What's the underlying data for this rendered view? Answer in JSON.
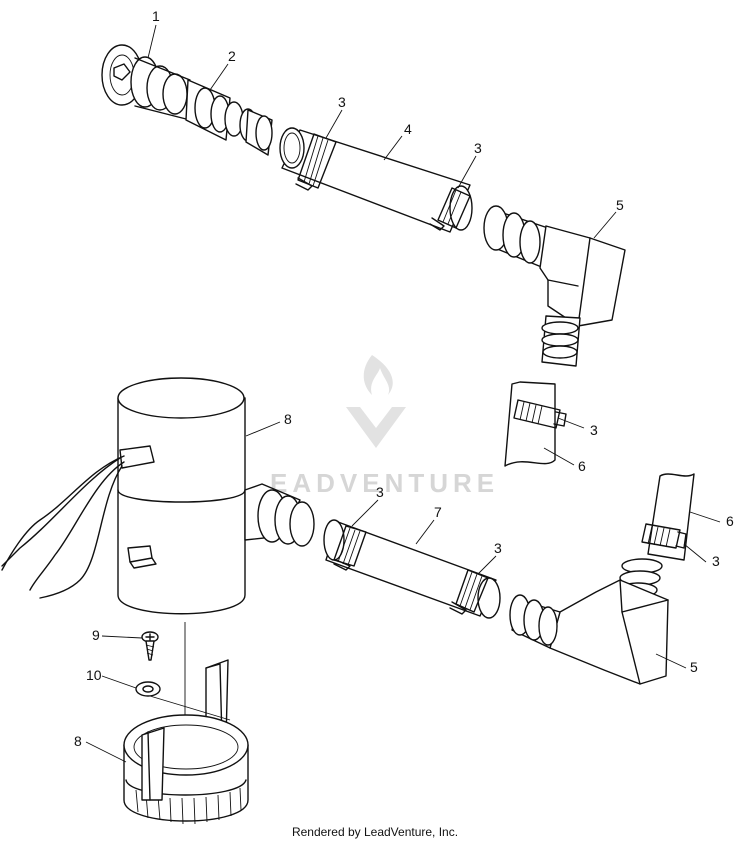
{
  "callouts": {
    "c1": "1",
    "c2": "2",
    "c3a": "3",
    "c4": "4",
    "c3b": "3",
    "c5a": "5",
    "c8a": "8",
    "c3c": "3",
    "c6a": "6",
    "c3d": "3",
    "c7": "7",
    "c3e": "3",
    "c6b": "6",
    "c3f": "3",
    "c5b": "5",
    "c9": "9",
    "c10": "10",
    "c8b": "8"
  },
  "watermark": {
    "brand": "EADVENTURE"
  },
  "credit": "Rendered by LeadVenture, Inc."
}
